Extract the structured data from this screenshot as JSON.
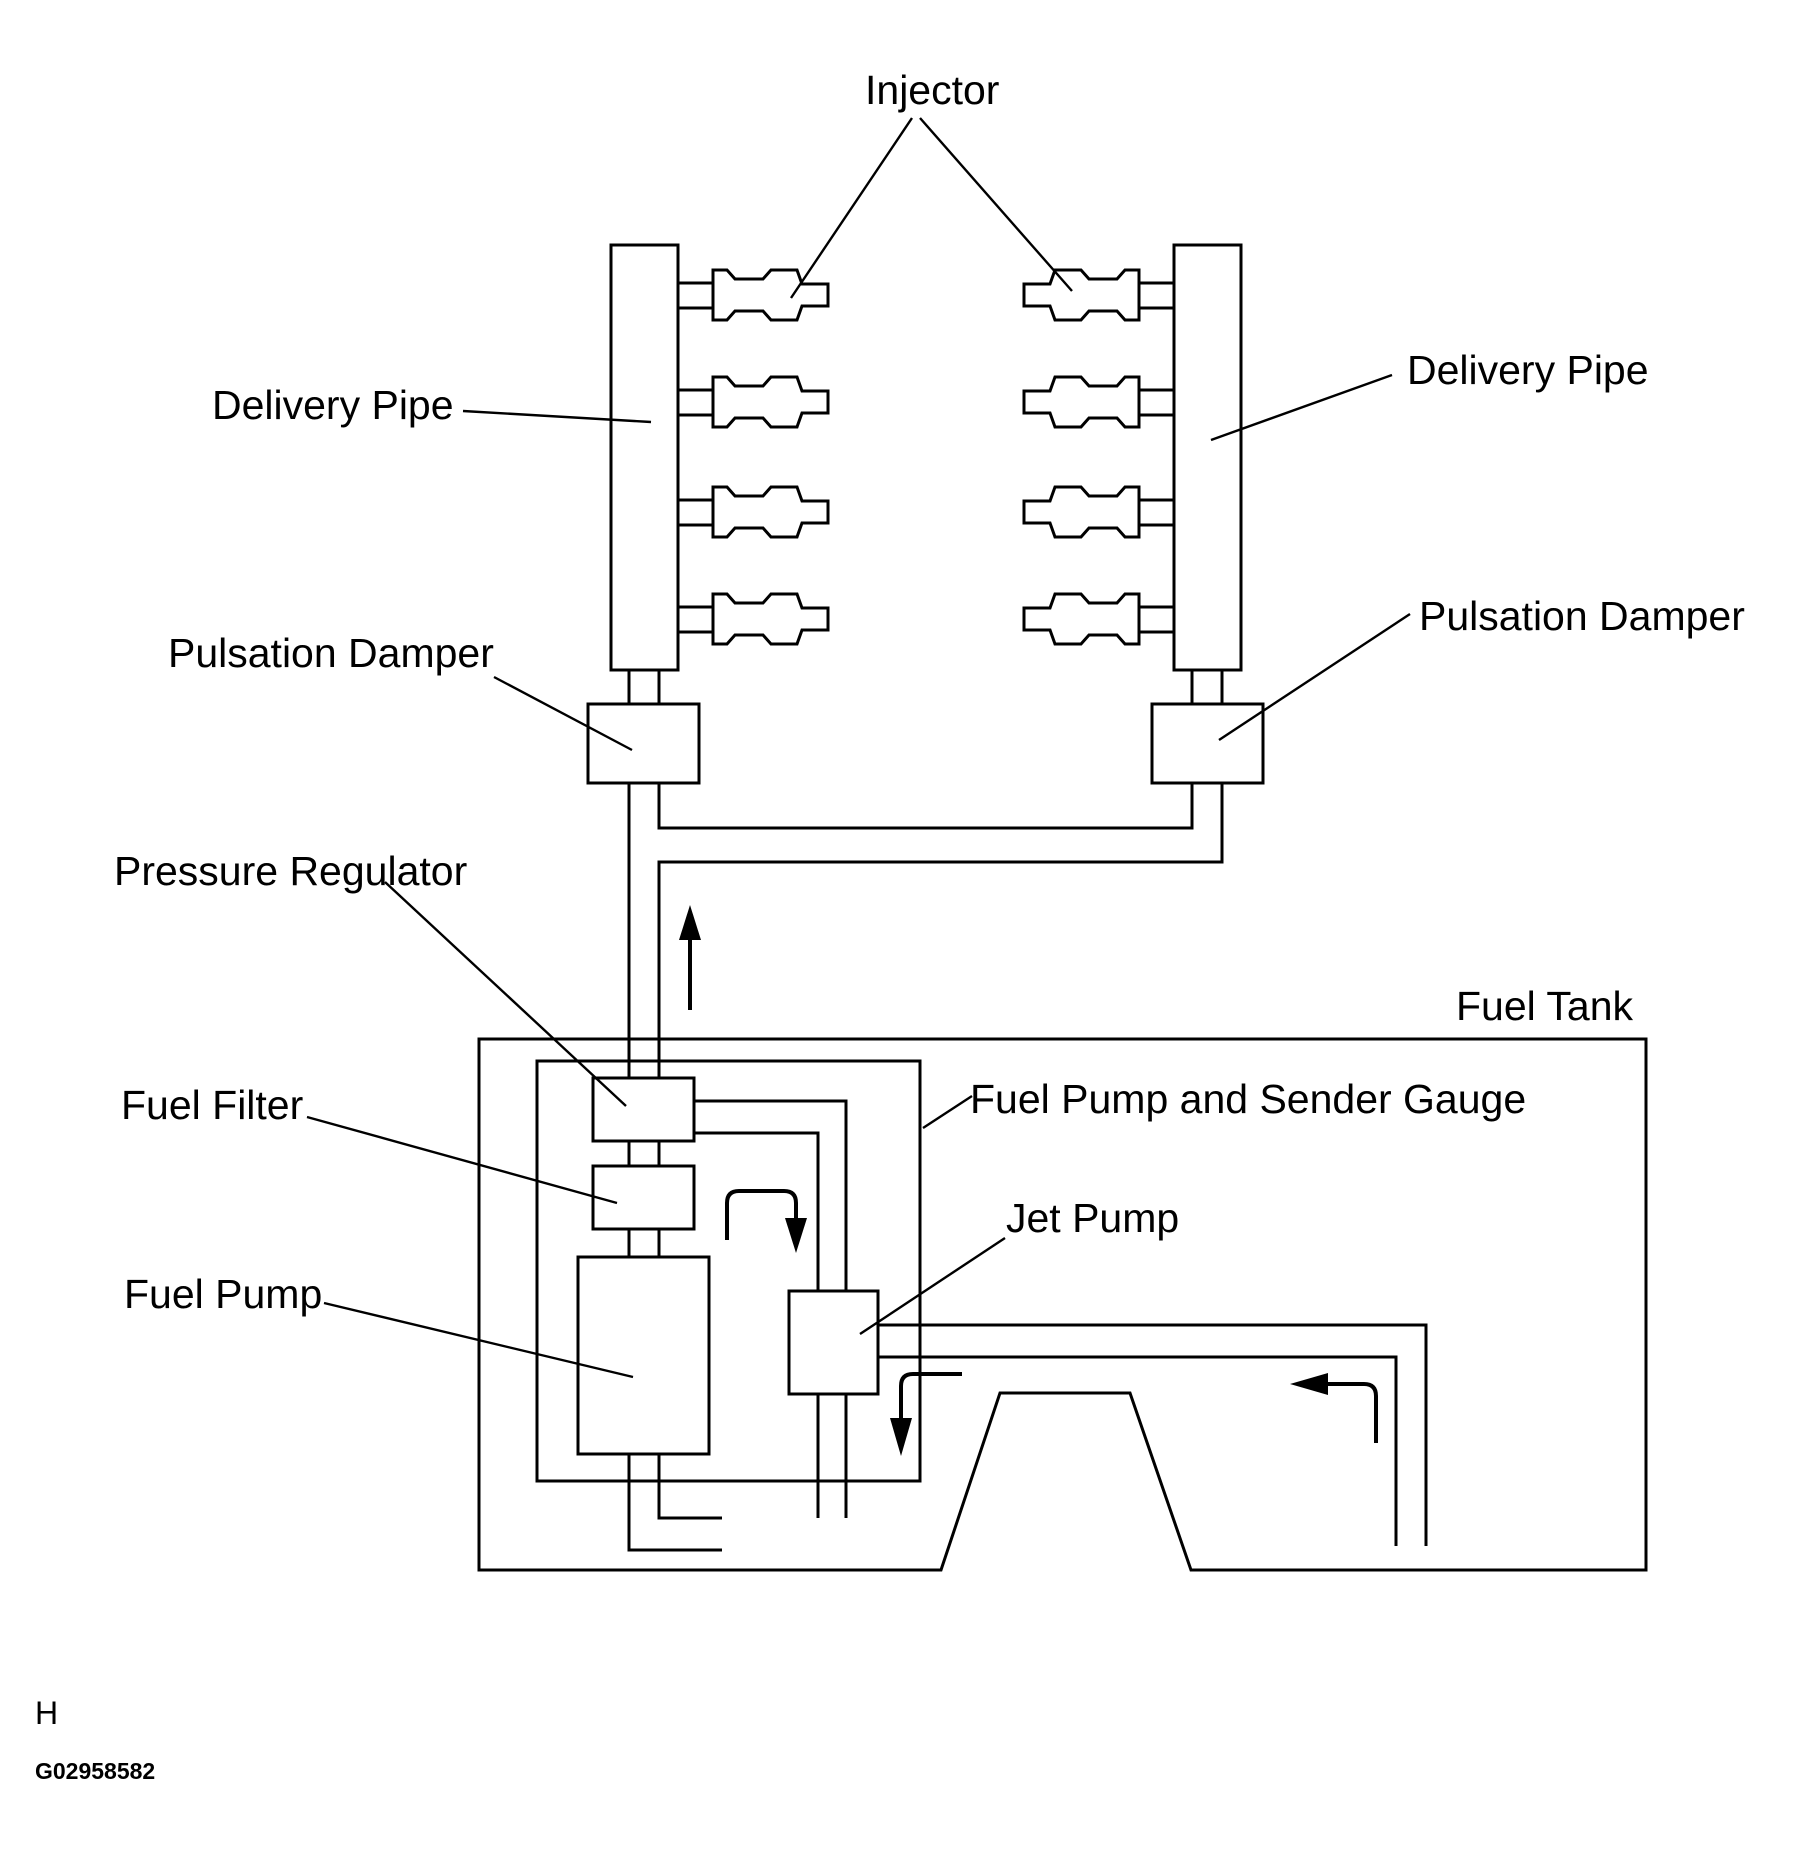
{
  "labels": {
    "injector": "Injector",
    "delivery_pipe_left": "Delivery Pipe",
    "delivery_pipe_right": "Delivery Pipe",
    "pulsation_damper_left": "Pulsation Damper",
    "pulsation_damper_right": "Pulsation Damper",
    "pressure_regulator": "Pressure Regulator",
    "fuel_tank": "Fuel Tank",
    "fuel_filter": "Fuel Filter",
    "fuel_pump_and_sender_gauge": "Fuel Pump and Sender Gauge",
    "jet_pump": "Jet Pump",
    "fuel_pump": "Fuel Pump"
  },
  "footer": {
    "corner_letter": "H",
    "figure_id": "G02958582"
  }
}
